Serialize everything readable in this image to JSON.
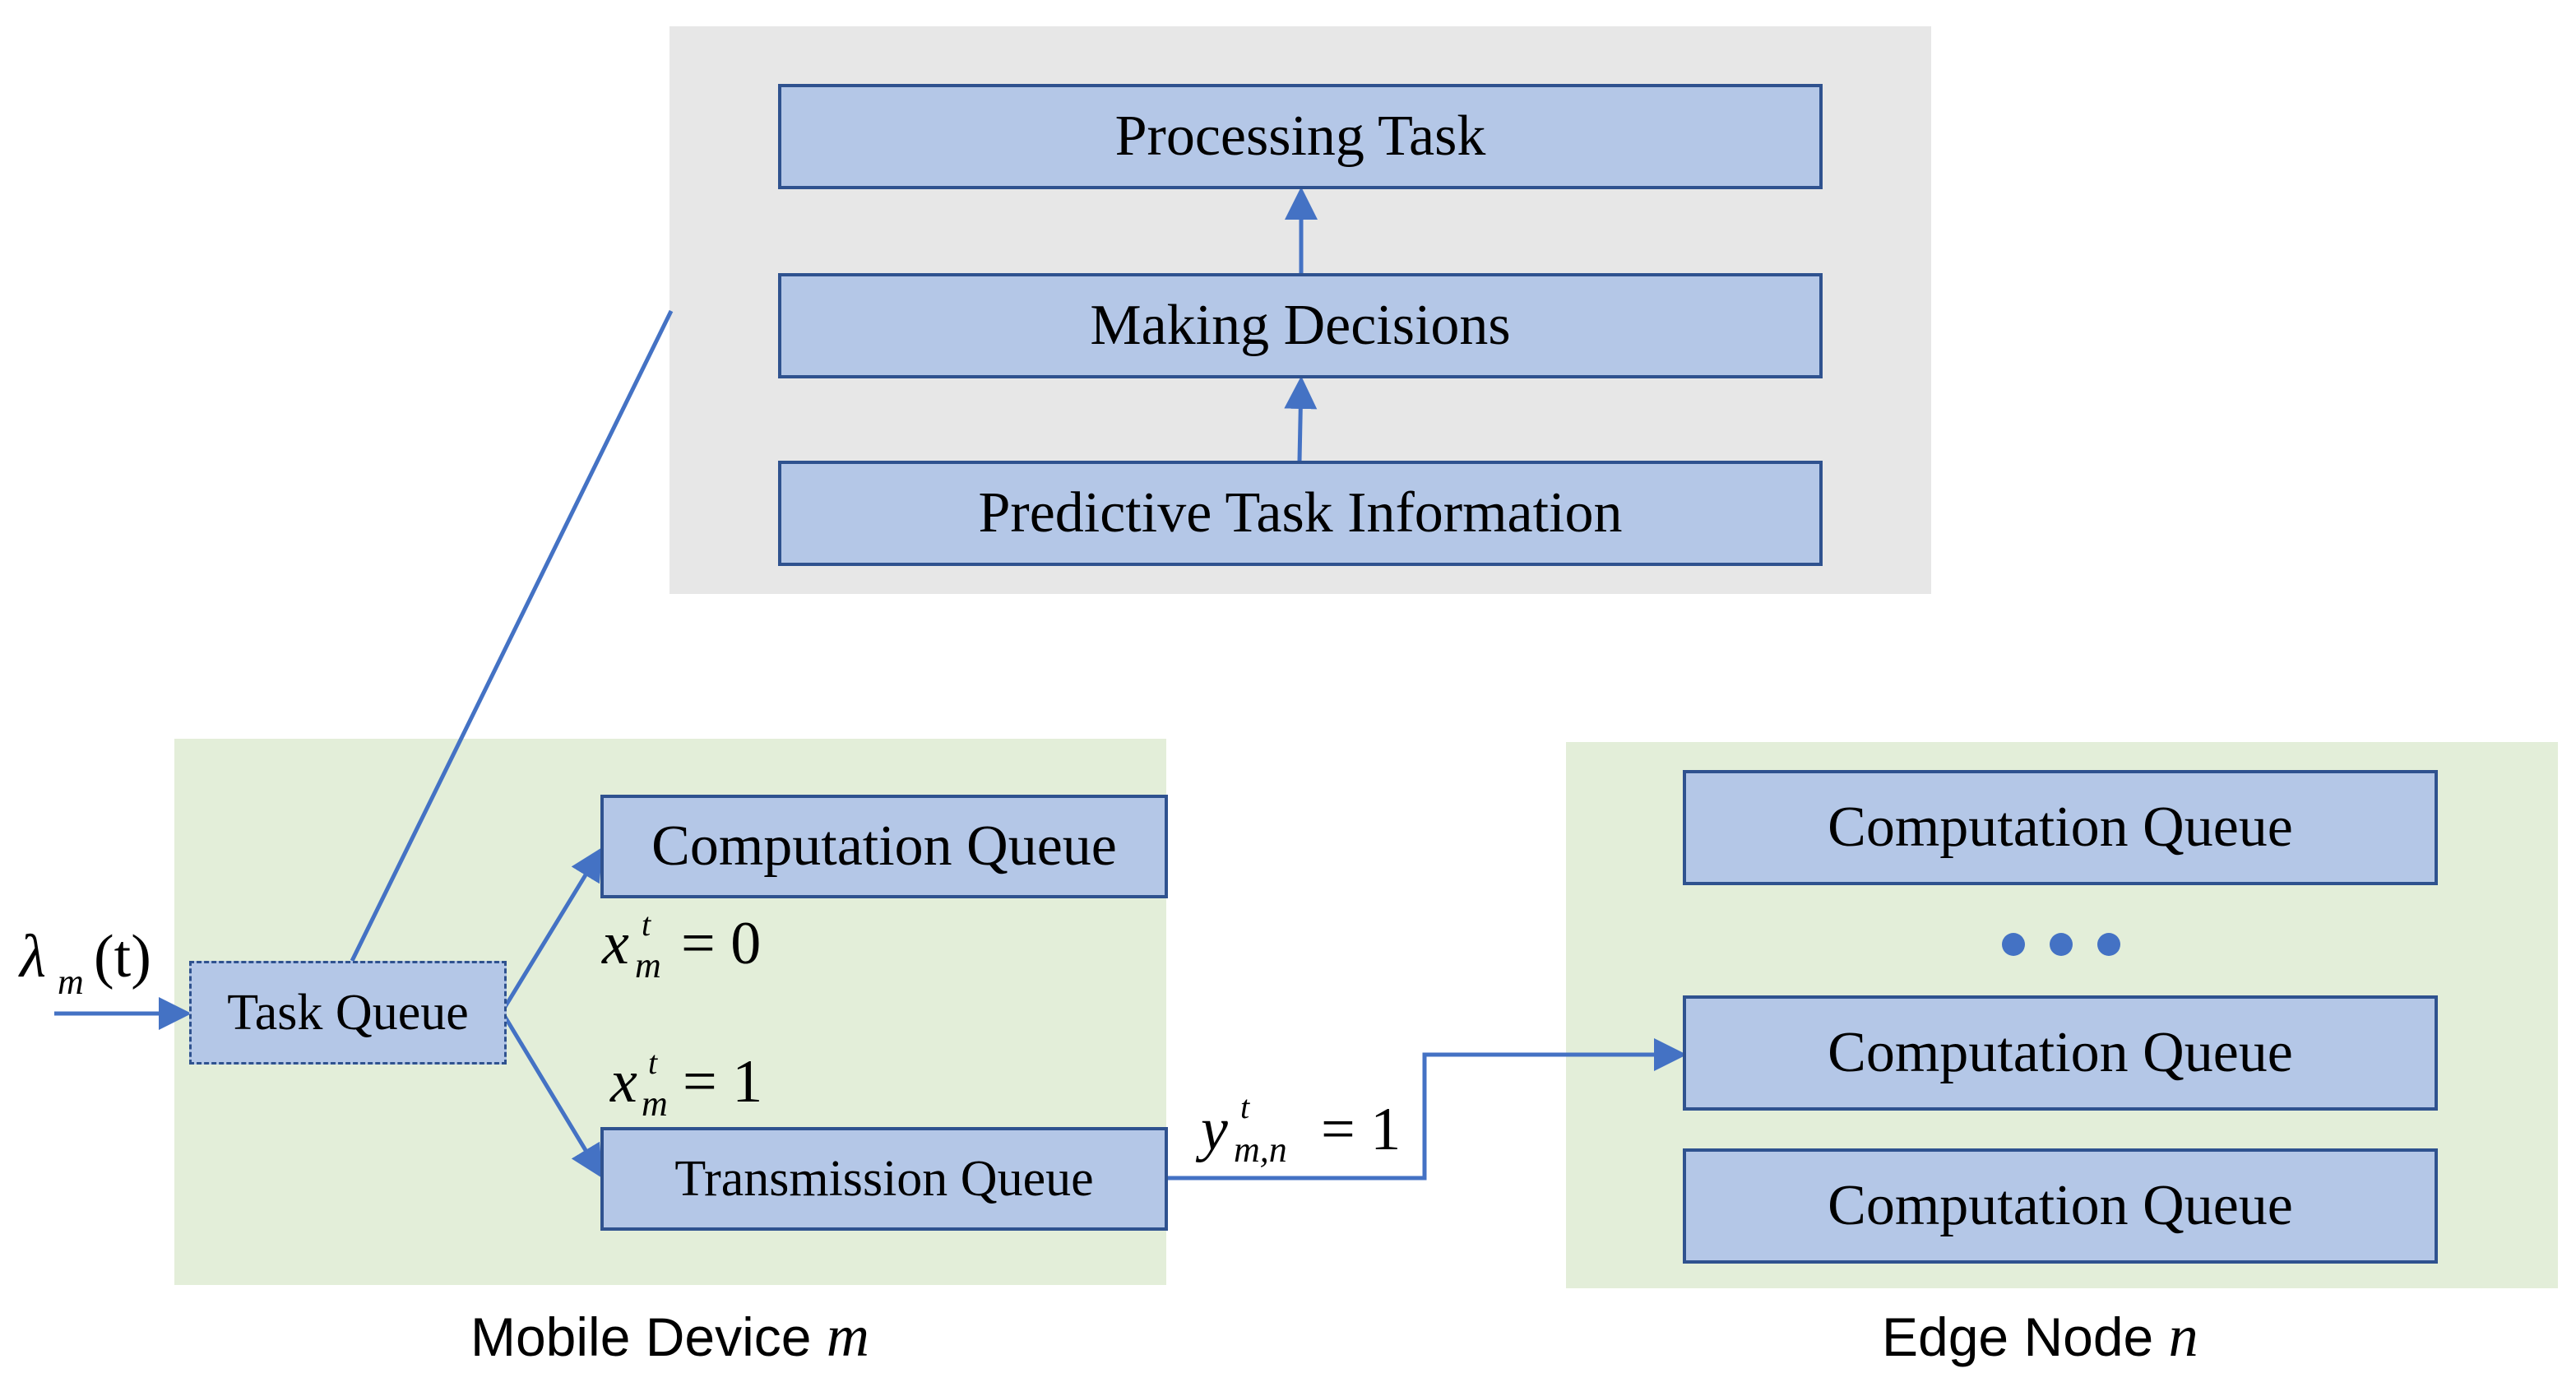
{
  "decision_panel": {
    "top": "Processing Task",
    "middle": "Making Decisions",
    "bottom": "Predictive Task Information"
  },
  "mobile_device": {
    "caption_text": "Mobile Device",
    "caption_var": "m",
    "task_queue": "Task Queue",
    "computation_queue": "Computation Queue",
    "transmission_queue": "Transmission Queue"
  },
  "edge_node": {
    "caption_text": "Edge Node",
    "caption_var": "n",
    "queues": [
      "Computation Queue",
      "Computation Queue",
      "Computation Queue"
    ]
  },
  "math": {
    "arrival_lambda": "λ",
    "arrival_sub": "m",
    "arrival_arg": "(t)",
    "x_var": "x",
    "x_sup": "t",
    "x_sub": "m",
    "local_eq": "= 0",
    "offload_eq": "= 1",
    "y_var": "y",
    "y_sup": "t",
    "y_sub": "m,n",
    "y_eq": "= 1"
  },
  "colors": {
    "box_fill": "#b4c7e7",
    "box_border": "#2f528f",
    "line": "#4472c4",
    "gray_panel": "#e7e7e7",
    "green_panel": "#e3eed9"
  }
}
